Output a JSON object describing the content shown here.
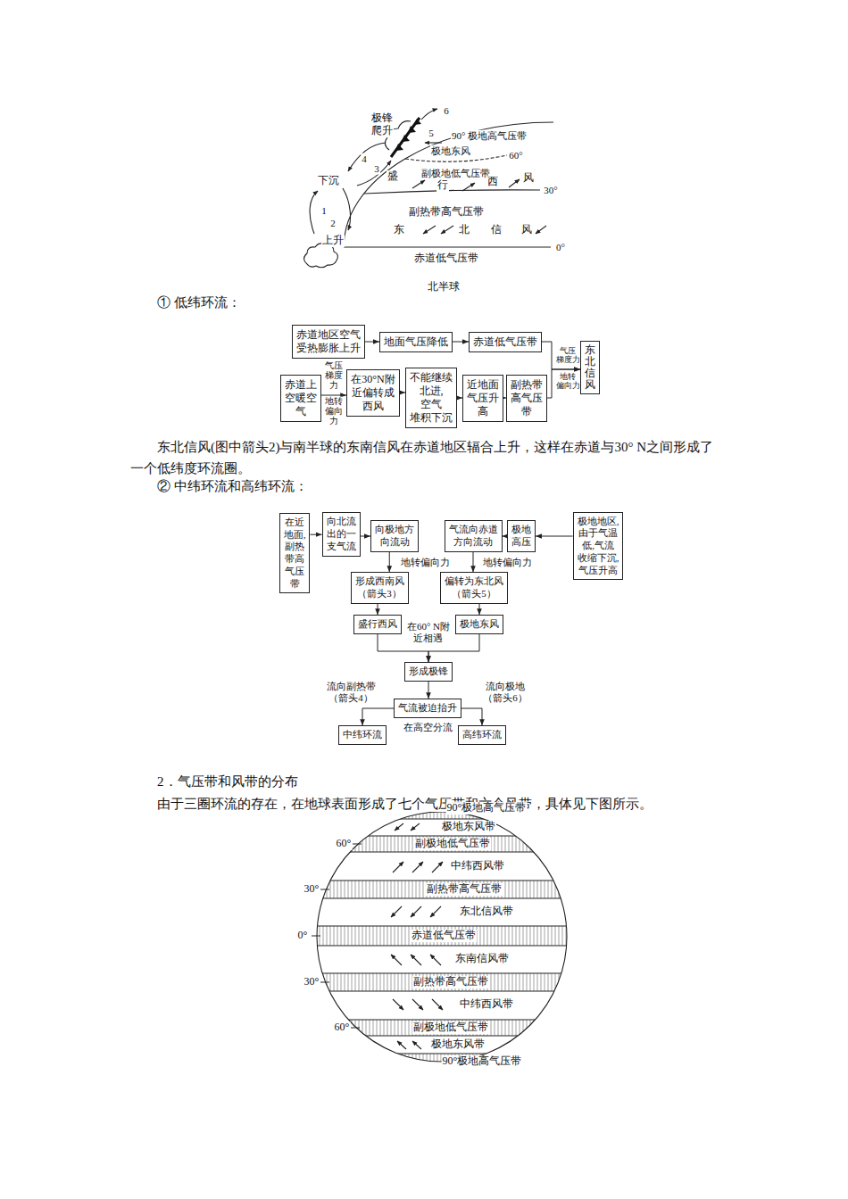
{
  "diagram": {
    "nodes": [
      {
        "text": [
          "赤道地区空气 受热膨胀上升"
        ]
      },
      {
        "text": [
          "地面气压降低"
        ]
      },
      {
        "text": [
          "赤道低气压带"
        ]
      },
      {
        "text": [
          "东北信风"
        ]
      },
      {
        "text": [
          "赤道上 空暖空 气"
        ]
      },
      {
        "text": [
          "在30°N附 近偏转成 西风"
        ]
      },
      {
        "text": [
          "不能继续 北进,空气 堆积下沉"
        ]
      },
      {
        "text": [
          "近地面 气压升 高"
        ]
      },
      {
        "text": [
          "副热带 高气压 带"
        ]
      },
      {
        "text": [
          "在近 地面, 副热 带高 气压 带"
        ]
      },
      {
        "text": [
          "向北流 出的一 支气流"
        ]
      },
      {
        "text": [
          "向极地方 向流动"
        ]
      },
      {
        "text": [
          "形成西南风 （箭头3）"
        ]
      },
      {
        "text": [
          "盛行西风"
        ]
      },
      {
        "text": [
          "气流向赤道 方向流动"
        ]
      },
      {
        "text": [
          "极地 高压"
        ]
      },
      {
        "text": [
          "极地地区, 由于气温 低,气流 收缩下沉, 气压升高"
        ]
      },
      {
        "text": [
          "偏转为东北风 （箭头5）"
        ]
      },
      {
        "text": [
          "极地东风"
        ]
      },
      {
        "text": [
          "形成极锋"
        ]
      },
      {
        "text": [
          "气流被迫抬升"
        ]
      },
      {
        "text": [
          "中纬环流"
        ]
      },
      {
        "text": [
          "高纬环流"
        ]
      }
    ],
    "edges": [
      {
        "from": 0,
        "to": 1,
        "arrow": "to"
      },
      {
        "from": 1,
        "to": 2,
        "arrow": "to"
      },
      {
        "from": 2,
        "to": 3,
        "label": "气压 梯度力",
        "arrow": "to"
      },
      {
        "from": 4,
        "to": 5,
        "label": "气压 梯度 力",
        "arrow": "to"
      },
      {
        "from": 5,
        "to": 6,
        "arrow": "to"
      },
      {
        "from": 6,
        "to": 7,
        "arrow": "to"
      },
      {
        "from": 7,
        "to": 8,
        "arrow": "to"
      },
      {
        "from": 8,
        "to": 3,
        "label": "地转 偏向力",
        "arrow": "to"
      },
      {
        "from": 9,
        "to": 10,
        "arrow": "to"
      },
      {
        "from": 10,
        "to": 11,
        "arrow": "to"
      },
      {
        "from": 11,
        "to": 12,
        "label": "地转偏向力",
        "arrow": "to"
      },
      {
        "from": 12,
        "to": 13,
        "arrow": "to"
      },
      {
        "from": 16,
        "to": 15,
        "arrow": "to"
      },
      {
        "from": 15,
        "to": 14,
        "arrow": "to"
      },
      {
        "from": 14,
        "to": 17,
        "label": "地转偏向力",
        "arrow": "to"
      },
      {
        "from": 17,
        "to": 18,
        "arrow": "to"
      },
      {
        "from": 13,
        "to": 19,
        "label": "在60° N附 近相遇",
        "arrow": "to"
      },
      {
        "from": 18,
        "to": 19,
        "arrow": "to"
      },
      {
        "from": 19,
        "to": 20,
        "arrow": "to"
      },
      {
        "from": 20,
        "to": 21,
        "label": "流向副热带 （箭头4）",
        "arrow": "to"
      },
      {
        "from": 20,
        "to": 22,
        "label": "流向极地 （箭头6）",
        "arrow": "to"
      }
    ],
    "labels": [
      "极锋 爬升",
      "6",
      "5",
      "90° 极地高气压带",
      "极地东风",
      "60°",
      "副极地低气压带",
      "4",
      "3",
      "下沉",
      "盛",
      "行",
      "西",
      "风",
      "30°",
      "1",
      "2",
      "副热带高气压带",
      "上升",
      "东",
      "北",
      "信",
      "风",
      "0°",
      "赤道低气压带",
      "北半球",
      "① 低纬环流：",
      "地转 偏向 力",
      "东北信风(图中箭头2)与南半球的东南信风在赤道地区辐合上升，这样在赤道与30° N之间形成了一个低纬度环流圈。",
      "② 中纬环流和高纬环流：",
      "在高空分流",
      "2．气压带和风带的分布",
      "由于三圈环流的存在，在地球表面形成了七个气压带和六个风带，具体见下图所示。",
      "90°极地高气压带",
      "极地东风带",
      "60°",
      "副极地低气压带",
      "中纬西风带",
      "30°",
      "副热带高气压带",
      "东北信风带",
      "0°",
      "赤道低气压带",
      "东南信风带",
      "30°",
      "副热带高气压带",
      "中纬西风带",
      "副极地低气压带",
      "60°",
      "极地东风带",
      "90°极地高气压带"
    ]
  }
}
